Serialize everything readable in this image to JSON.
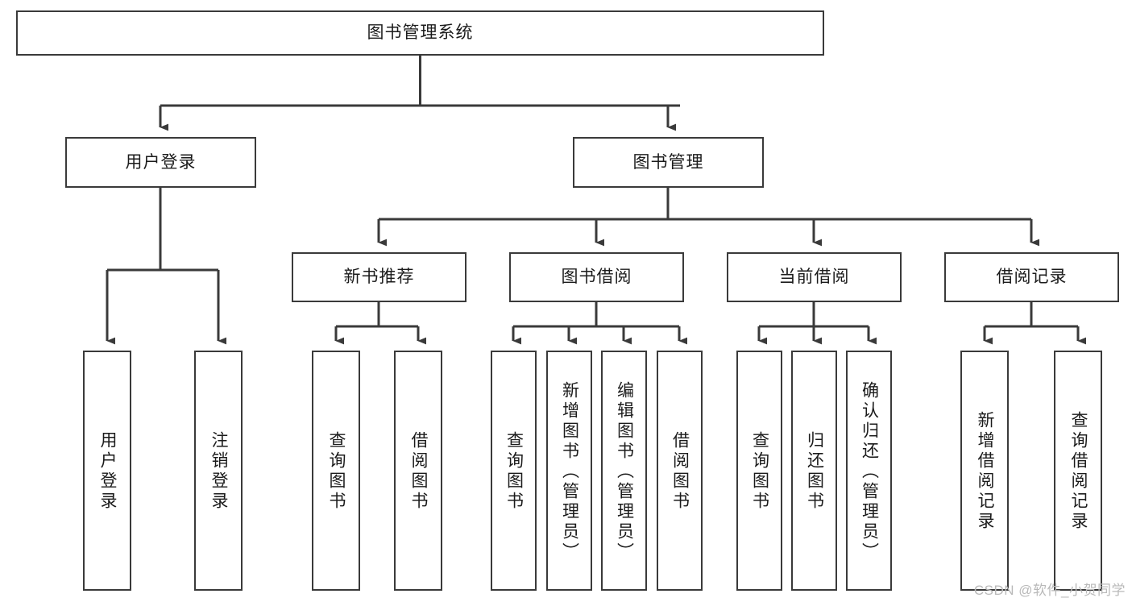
{
  "diagram": {
    "title_node": {
      "label": "图书管理系统"
    },
    "level2": [
      {
        "label": "用户登录"
      },
      {
        "label": "图书管理"
      }
    ],
    "level3": [
      {
        "label": "新书推荐"
      },
      {
        "label": "图书借阅"
      },
      {
        "label": "当前借阅"
      },
      {
        "label": "借阅记录"
      }
    ],
    "leaves": {
      "user_login": [
        {
          "label": "用户登录"
        },
        {
          "label": "注销登录"
        }
      ],
      "new_book_recommend": [
        {
          "label": "查询图书"
        },
        {
          "label": "借阅图书"
        }
      ],
      "book_borrow": [
        {
          "label": "查询图书"
        },
        {
          "label": "新增图书（管理员）"
        },
        {
          "label": "编辑图书（管理员）"
        },
        {
          "label": "借阅图书"
        }
      ],
      "current_borrow": [
        {
          "label": "查询图书"
        },
        {
          "label": "归还图书"
        },
        {
          "label": "确认归还（管理员）"
        }
      ],
      "borrow_record": [
        {
          "label": "新增借阅记录"
        },
        {
          "label": "查询借阅记录"
        }
      ]
    }
  },
  "watermark": {
    "text": "CSDN @软件_小贺同学"
  },
  "colors": {
    "stroke": "#3a3a3a",
    "text": "#1b1b1b",
    "background": "#ffffff",
    "watermark": "#b9b9b9"
  }
}
